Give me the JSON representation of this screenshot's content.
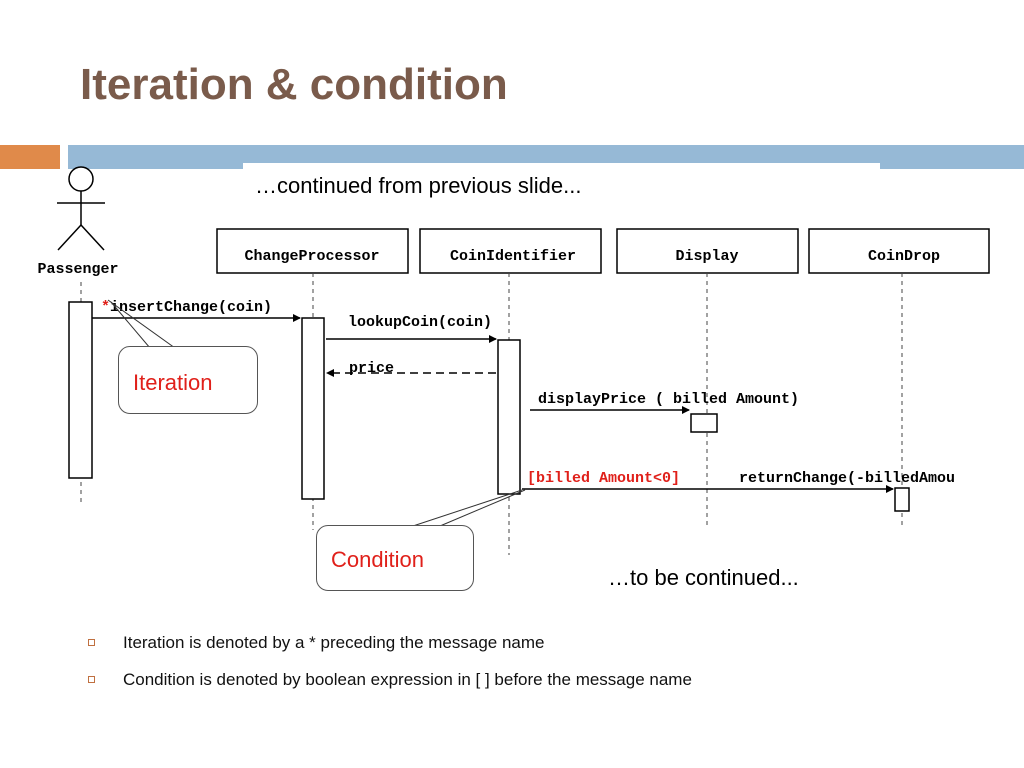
{
  "slide": {
    "title": "Iteration & condition",
    "continued_from": "…continued from previous slide...",
    "to_be_continued": "…to be continued..."
  },
  "colors": {
    "title": "#7a5b4b",
    "accent_orange": "#e08a4a",
    "accent_blue": "#96b9d6",
    "highlight_red": "#e0201a"
  },
  "diagram": {
    "actor": {
      "label": "Passenger",
      "icon": "stick-figure-icon"
    },
    "objects": [
      "ChangeProcessor",
      "CoinIdentifier",
      "Display",
      "CoinDrop"
    ],
    "messages": {
      "insert_star": "*",
      "insert_text": "insertChange(coin)",
      "lookup": "lookupCoin(coin)",
      "price": "price",
      "display": "displayPrice ( billed Amount)",
      "return_condition": "[billed Amount<0]",
      "return_text": "returnChange(-billedAmou"
    },
    "notes": {
      "iteration": "Iteration",
      "condition": "Condition"
    }
  },
  "bullets": [
    "Iteration is denoted by a * preceding the message name",
    "Condition is denoted by boolean expression in [ ] before the message name"
  ]
}
